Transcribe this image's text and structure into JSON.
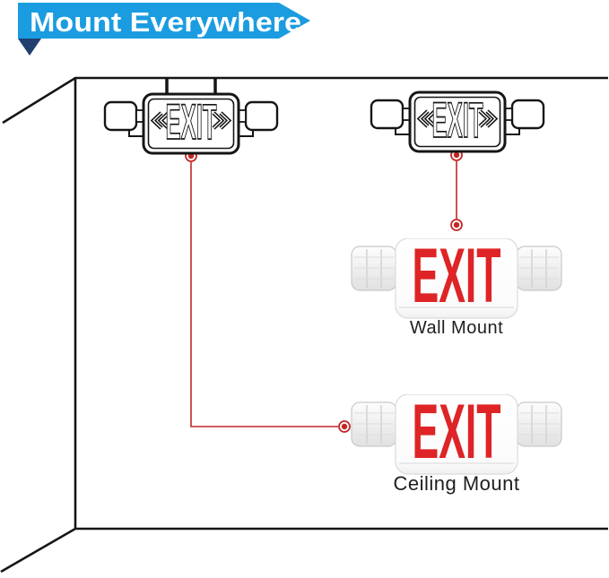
{
  "banner": {
    "label": "Mount Everywhere",
    "bg_color": "#1b9ce0",
    "fold_color": "#21406f",
    "text_color": "#ffffff"
  },
  "colors": {
    "connector_red": "#c22727",
    "exit_red": "#de2426",
    "line_black": "#151515"
  },
  "diagram": {
    "line_signs": [
      {
        "id": "ceiling-outline-exit-sign",
        "exit_text": "EXIT"
      },
      {
        "id": "wall-outline-exit-sign",
        "exit_text": "EXIT"
      }
    ],
    "products": [
      {
        "exit_text": "EXIT",
        "caption": "Wall Mount"
      },
      {
        "exit_text": "EXIT",
        "caption": "Ceiling Mount"
      }
    ]
  }
}
